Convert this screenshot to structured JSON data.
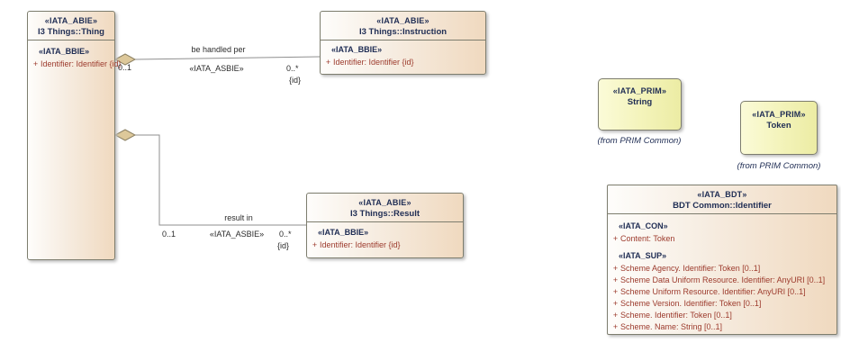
{
  "colors": {
    "abie_fill_start": "#fefdfb",
    "abie_fill_end": "#f0d9bf",
    "prim_fill_start": "#fbfbd8",
    "prim_fill_end": "#ececa4",
    "box_border": "#7d7d6e",
    "title_text": "#1f2d54",
    "attribute_text": "#9c3a2c",
    "connector_line": "#8f8f8f",
    "diamond_fill": "#ddc89a",
    "diamond_border": "#8d8264"
  },
  "classes": {
    "thing": {
      "stereotype": "«IATA_ABIE»",
      "name": "I3 Things::Thing",
      "section_header": "«IATA_BBIE»",
      "attr_vis": "+",
      "attr_text": "Identifier: Identifier {id}"
    },
    "instruction": {
      "stereotype": "«IATA_ABIE»",
      "name": "I3 Things::Instruction",
      "section_header": "«IATA_BBIE»",
      "attr_vis": "+",
      "attr_text": "Identifier: Identifier {id}"
    },
    "result": {
      "stereotype": "«IATA_ABIE»",
      "name": "I3 Things::Result",
      "section_header": "«IATA_BBIE»",
      "attr_vis": "+",
      "attr_text": "Identifier: Identifier {id}"
    },
    "string_prim": {
      "stereotype": "«IATA_PRIM»",
      "name": "String",
      "origin": "(from PRIM Common)"
    },
    "token_prim": {
      "stereotype": "«IATA_PRIM»",
      "name": "Token",
      "origin": "(from PRIM Common)"
    },
    "identifier_bdt": {
      "stereotype": "«IATA_BDT»",
      "name": "BDT Common::Identifier",
      "con_header": "«IATA_CON»",
      "con_attrs": [
        {
          "vis": "+",
          "text": "Content: Token"
        }
      ],
      "sup_header": "«IATA_SUP»",
      "sup_attrs": [
        {
          "vis": "+",
          "text": "Scheme Agency. Identifier: Token [0..1]"
        },
        {
          "vis": "+",
          "text": "Scheme Data Uniform Resource. Identifier: AnyURI [0..1]"
        },
        {
          "vis": "+",
          "text": "Scheme Uniform Resource. Identifier: AnyURI [0..1]"
        },
        {
          "vis": "+",
          "text": "Scheme Version. Identifier: Token [0..1]"
        },
        {
          "vis": "+",
          "text": "Scheme. Identifier: Token [0..1]"
        },
        {
          "vis": "+",
          "text": "Scheme. Name: String [0..1]"
        }
      ]
    }
  },
  "connectors": {
    "be_handled_per": {
      "name": "be handled per",
      "stereotype": "«IATA_ASBIE»",
      "source_mult": "0..1",
      "target_mult": "0..*",
      "target_constraint": "{id}"
    },
    "result_in": {
      "name": "result in",
      "stereotype": "«IATA_ASBIE»",
      "source_mult": "0..1",
      "target_mult": "0..*",
      "target_constraint": "{id}"
    }
  }
}
